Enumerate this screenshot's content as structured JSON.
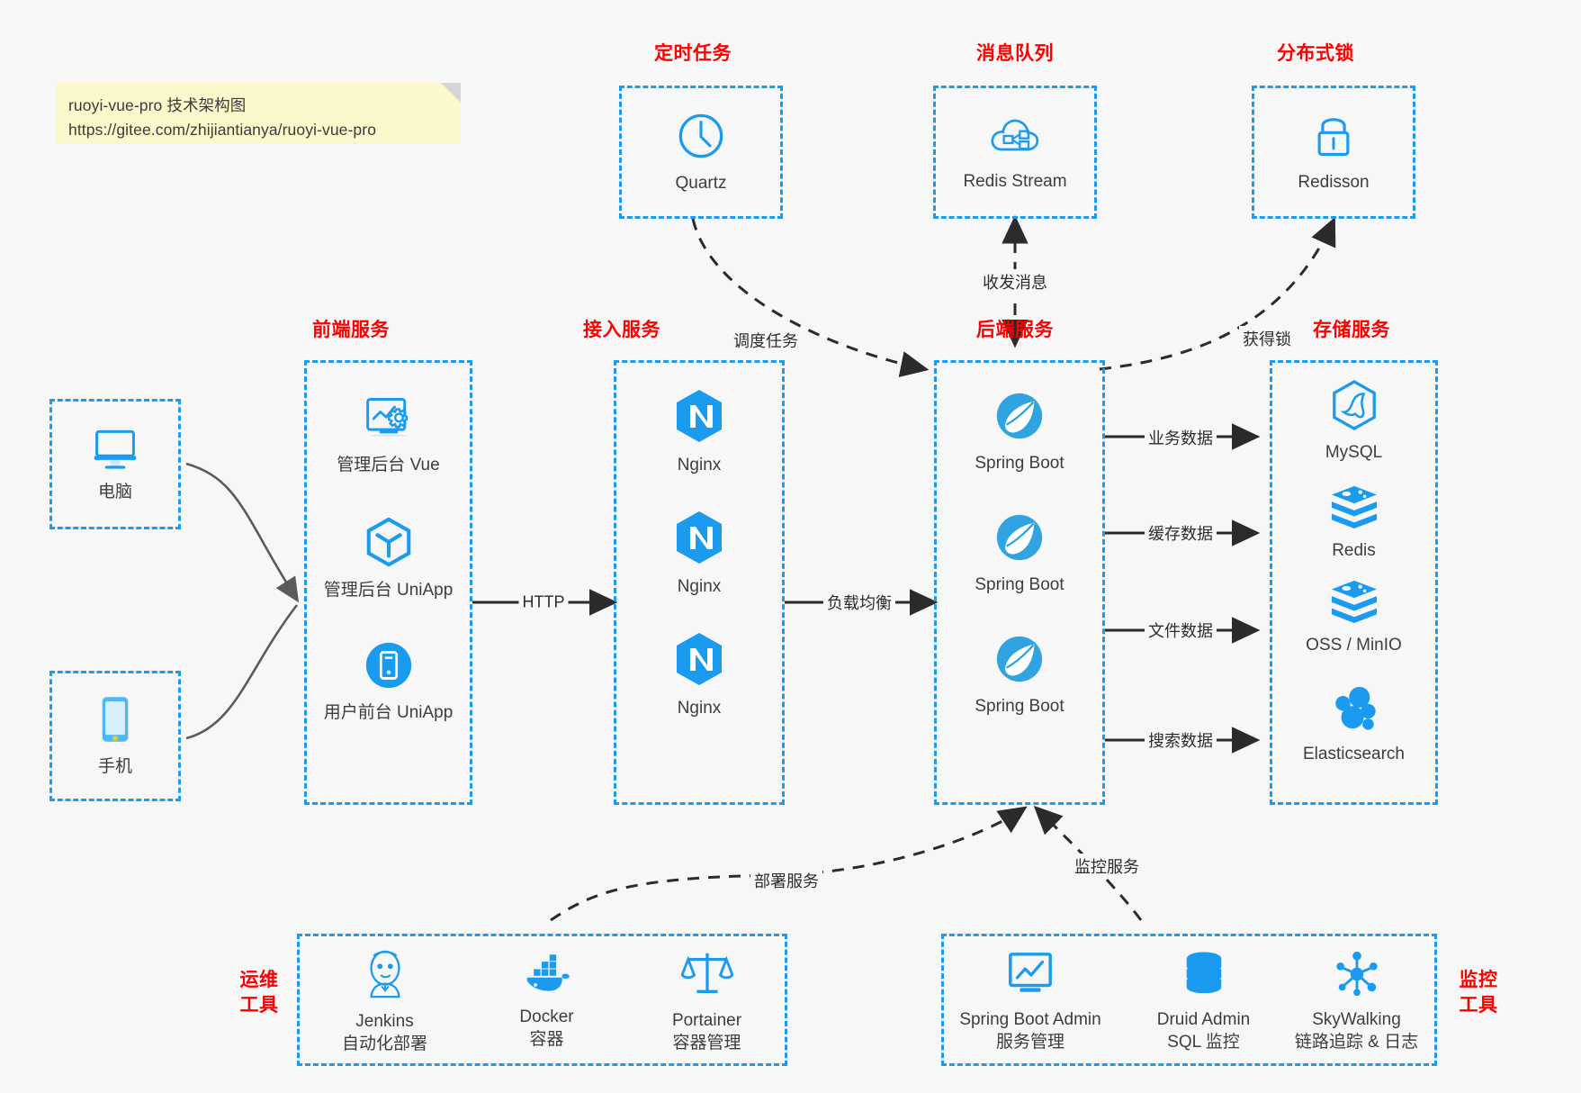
{
  "diagram": {
    "title": "ruoyi-vue-pro 技术架构图",
    "note_line1": "ruoyi-vue-pro 技术架构图",
    "note_line2": "https://gitee.com/zhijiantianya/ruoyi-vue-pro",
    "accent_blue": "#1a9bf0",
    "title_red": "#ff0000",
    "background": "#f7f7f7"
  },
  "groups": {
    "scheduled_task": "定时任务",
    "message_queue": "消息队列",
    "distributed_lock": "分布式锁",
    "frontend_service": "前端服务",
    "gateway_service": "接入服务",
    "backend_service": "后端服务",
    "storage_service": "存储服务",
    "devops_tools_line1": "运维",
    "devops_tools_line2": "工具",
    "monitor_tools_line1": "监控",
    "monitor_tools_line2": "工具"
  },
  "clients": [
    {
      "label": "电脑",
      "icon": "desktop-monitor-icon"
    },
    {
      "label": "手机",
      "icon": "mobile-phone-icon"
    }
  ],
  "frontend": [
    {
      "label": "管理后台 Vue",
      "icon": "admin-dashboard-icon"
    },
    {
      "label": "管理后台 UniApp",
      "icon": "uniapp-cube-icon"
    },
    {
      "label": "用户前台 UniApp",
      "icon": "mobile-app-icon"
    }
  ],
  "gateway": [
    {
      "label": "Nginx",
      "icon": "nginx-icon"
    },
    {
      "label": "Nginx",
      "icon": "nginx-icon"
    },
    {
      "label": "Nginx",
      "icon": "nginx-icon"
    }
  ],
  "backend": [
    {
      "label": "Spring Boot",
      "icon": "spring-boot-icon"
    },
    {
      "label": "Spring Boot",
      "icon": "spring-boot-icon"
    },
    {
      "label": "Spring Boot",
      "icon": "spring-boot-icon"
    }
  ],
  "storage": [
    {
      "label": "MySQL",
      "icon": "mysql-icon"
    },
    {
      "label": "Redis",
      "icon": "redis-icon"
    },
    {
      "label": "OSS / MinIO",
      "icon": "oss-minio-icon"
    },
    {
      "label": "Elasticsearch",
      "icon": "elasticsearch-icon"
    }
  ],
  "top_services": [
    {
      "label": "Quartz",
      "icon": "clock-icon"
    },
    {
      "label": "Redis Stream",
      "icon": "cloud-stream-icon"
    },
    {
      "label": "Redisson",
      "icon": "lock-icon"
    }
  ],
  "devops": [
    {
      "name": "Jenkins",
      "desc": "自动化部署",
      "icon": "jenkins-butler-icon"
    },
    {
      "name": "Docker",
      "desc": "容器",
      "icon": "docker-whale-icon"
    },
    {
      "name": "Portainer",
      "desc": "容器管理",
      "icon": "scales-balance-icon"
    }
  ],
  "monitoring": [
    {
      "name": "Spring Boot Admin",
      "desc": "服务管理",
      "icon": "monitor-chart-icon"
    },
    {
      "name": "Druid Admin",
      "desc": "SQL 监控",
      "icon": "database-stack-icon"
    },
    {
      "name": "SkyWalking",
      "desc": "链路追踪 & 日志",
      "icon": "skywalking-node-icon"
    }
  ],
  "edge_labels": {
    "http": "HTTP",
    "load_balance": "负载均衡",
    "schedule_task": "调度任务",
    "send_receive_message": "收发消息",
    "acquire_lock": "获得锁",
    "business_data": "业务数据",
    "cache_data": "缓存数据",
    "file_data": "文件数据",
    "search_data": "搜索数据",
    "deploy_service": "部署服务",
    "monitor_service": "监控服务"
  }
}
